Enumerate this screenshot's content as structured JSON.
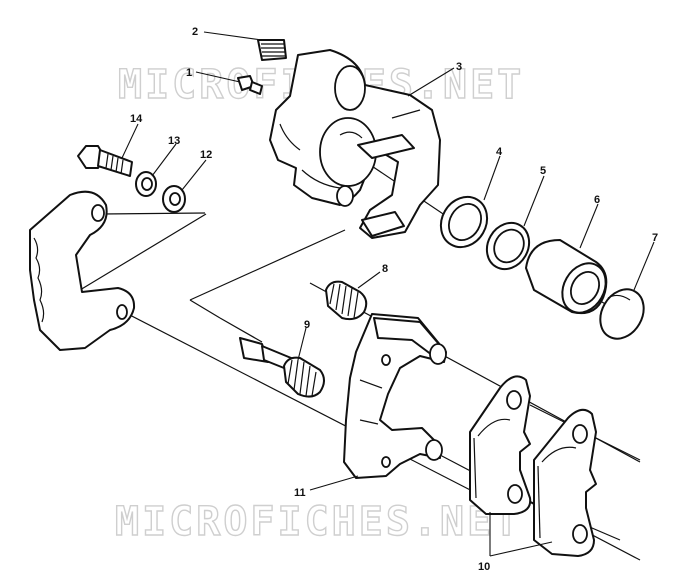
{
  "watermark_top": "MICROFICHES.NET",
  "watermark_bottom": "MICROFICHES.NET",
  "callouts": {
    "c1": "1",
    "c2": "2",
    "c3": "3",
    "c4": "4",
    "c5": "5",
    "c6": "6",
    "c7": "7",
    "c8": "8",
    "c9": "9",
    "c10": "10",
    "c11": "11",
    "c12": "12",
    "c13": "13",
    "c14": "14"
  }
}
